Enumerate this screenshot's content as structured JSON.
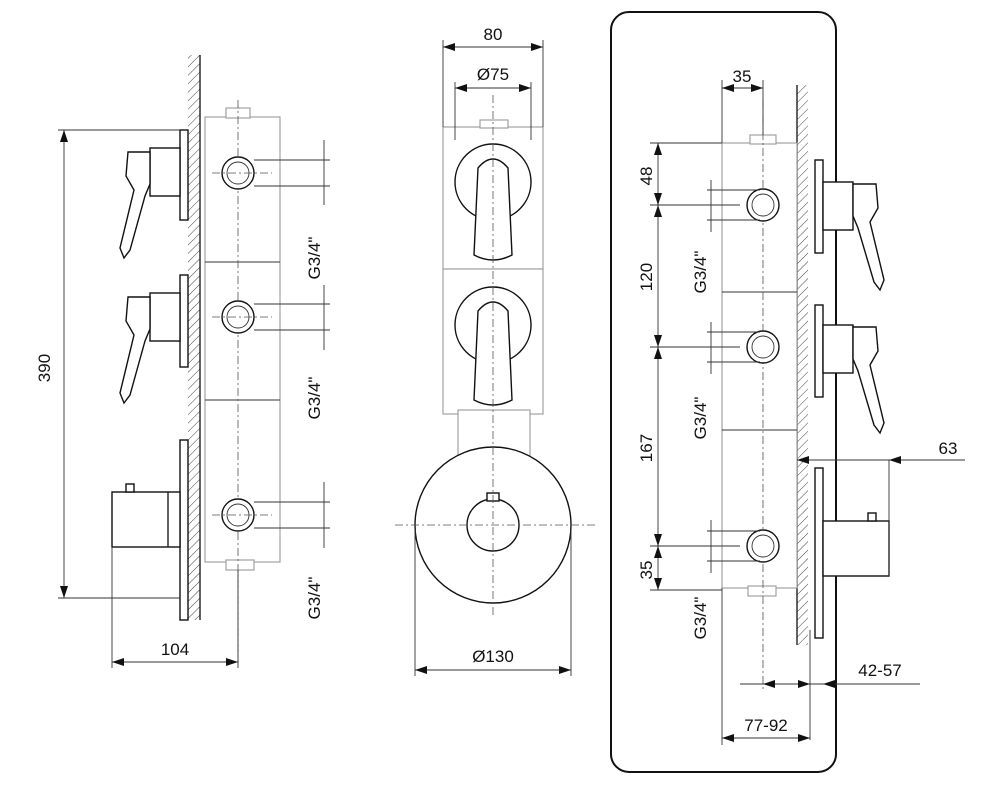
{
  "dimensions": {
    "side_left": {
      "height": "390",
      "depth": "104",
      "thread_top": "G3/4\"",
      "thread_mid": "G3/4\"",
      "thread_bottom": "G3/4\""
    },
    "front": {
      "width": "80",
      "plate_diameter": "Ø75",
      "rosette_diameter": "Ø130"
    },
    "side_right": {
      "top_offset": "35",
      "spacing_1": "48",
      "spacing_2": "120",
      "spacing_3": "167",
      "spacing_4": "35",
      "protrusion": "63",
      "adjust_range_1": "42-57",
      "adjust_range_2": "77-92",
      "thread_1": "G3/4\"",
      "thread_2": "G3/4\"",
      "thread_3": "G3/4\""
    }
  }
}
